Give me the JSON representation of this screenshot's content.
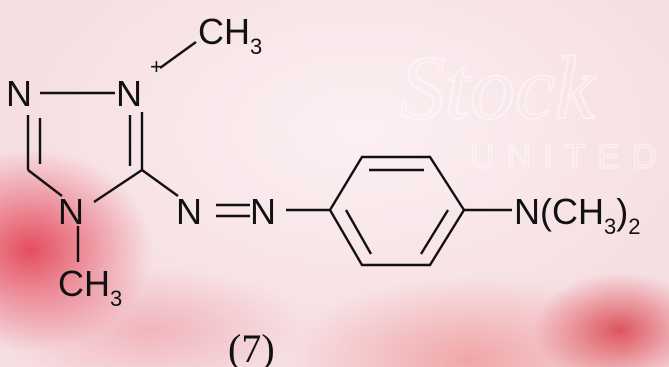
{
  "watermark": {
    "primary": "Stock",
    "secondary": "UNITED"
  },
  "molecule": {
    "methyl_top": {
      "main": "CH",
      "sub": "3"
    },
    "n_plus": {
      "main": "N",
      "charge": "+"
    },
    "n_ring_left": "N",
    "n_ring_bottom": "N",
    "methyl_bottom": {
      "main": "CH",
      "sub": "3"
    },
    "azo_n1": "N",
    "azo_n2": "N",
    "amine": {
      "main": "N(CH",
      "sub": "3",
      "tail": ")",
      "tail_sub": "2"
    }
  },
  "compound_number": "(7)",
  "colors": {
    "ink": "#111111",
    "stain": "#e23448"
  }
}
